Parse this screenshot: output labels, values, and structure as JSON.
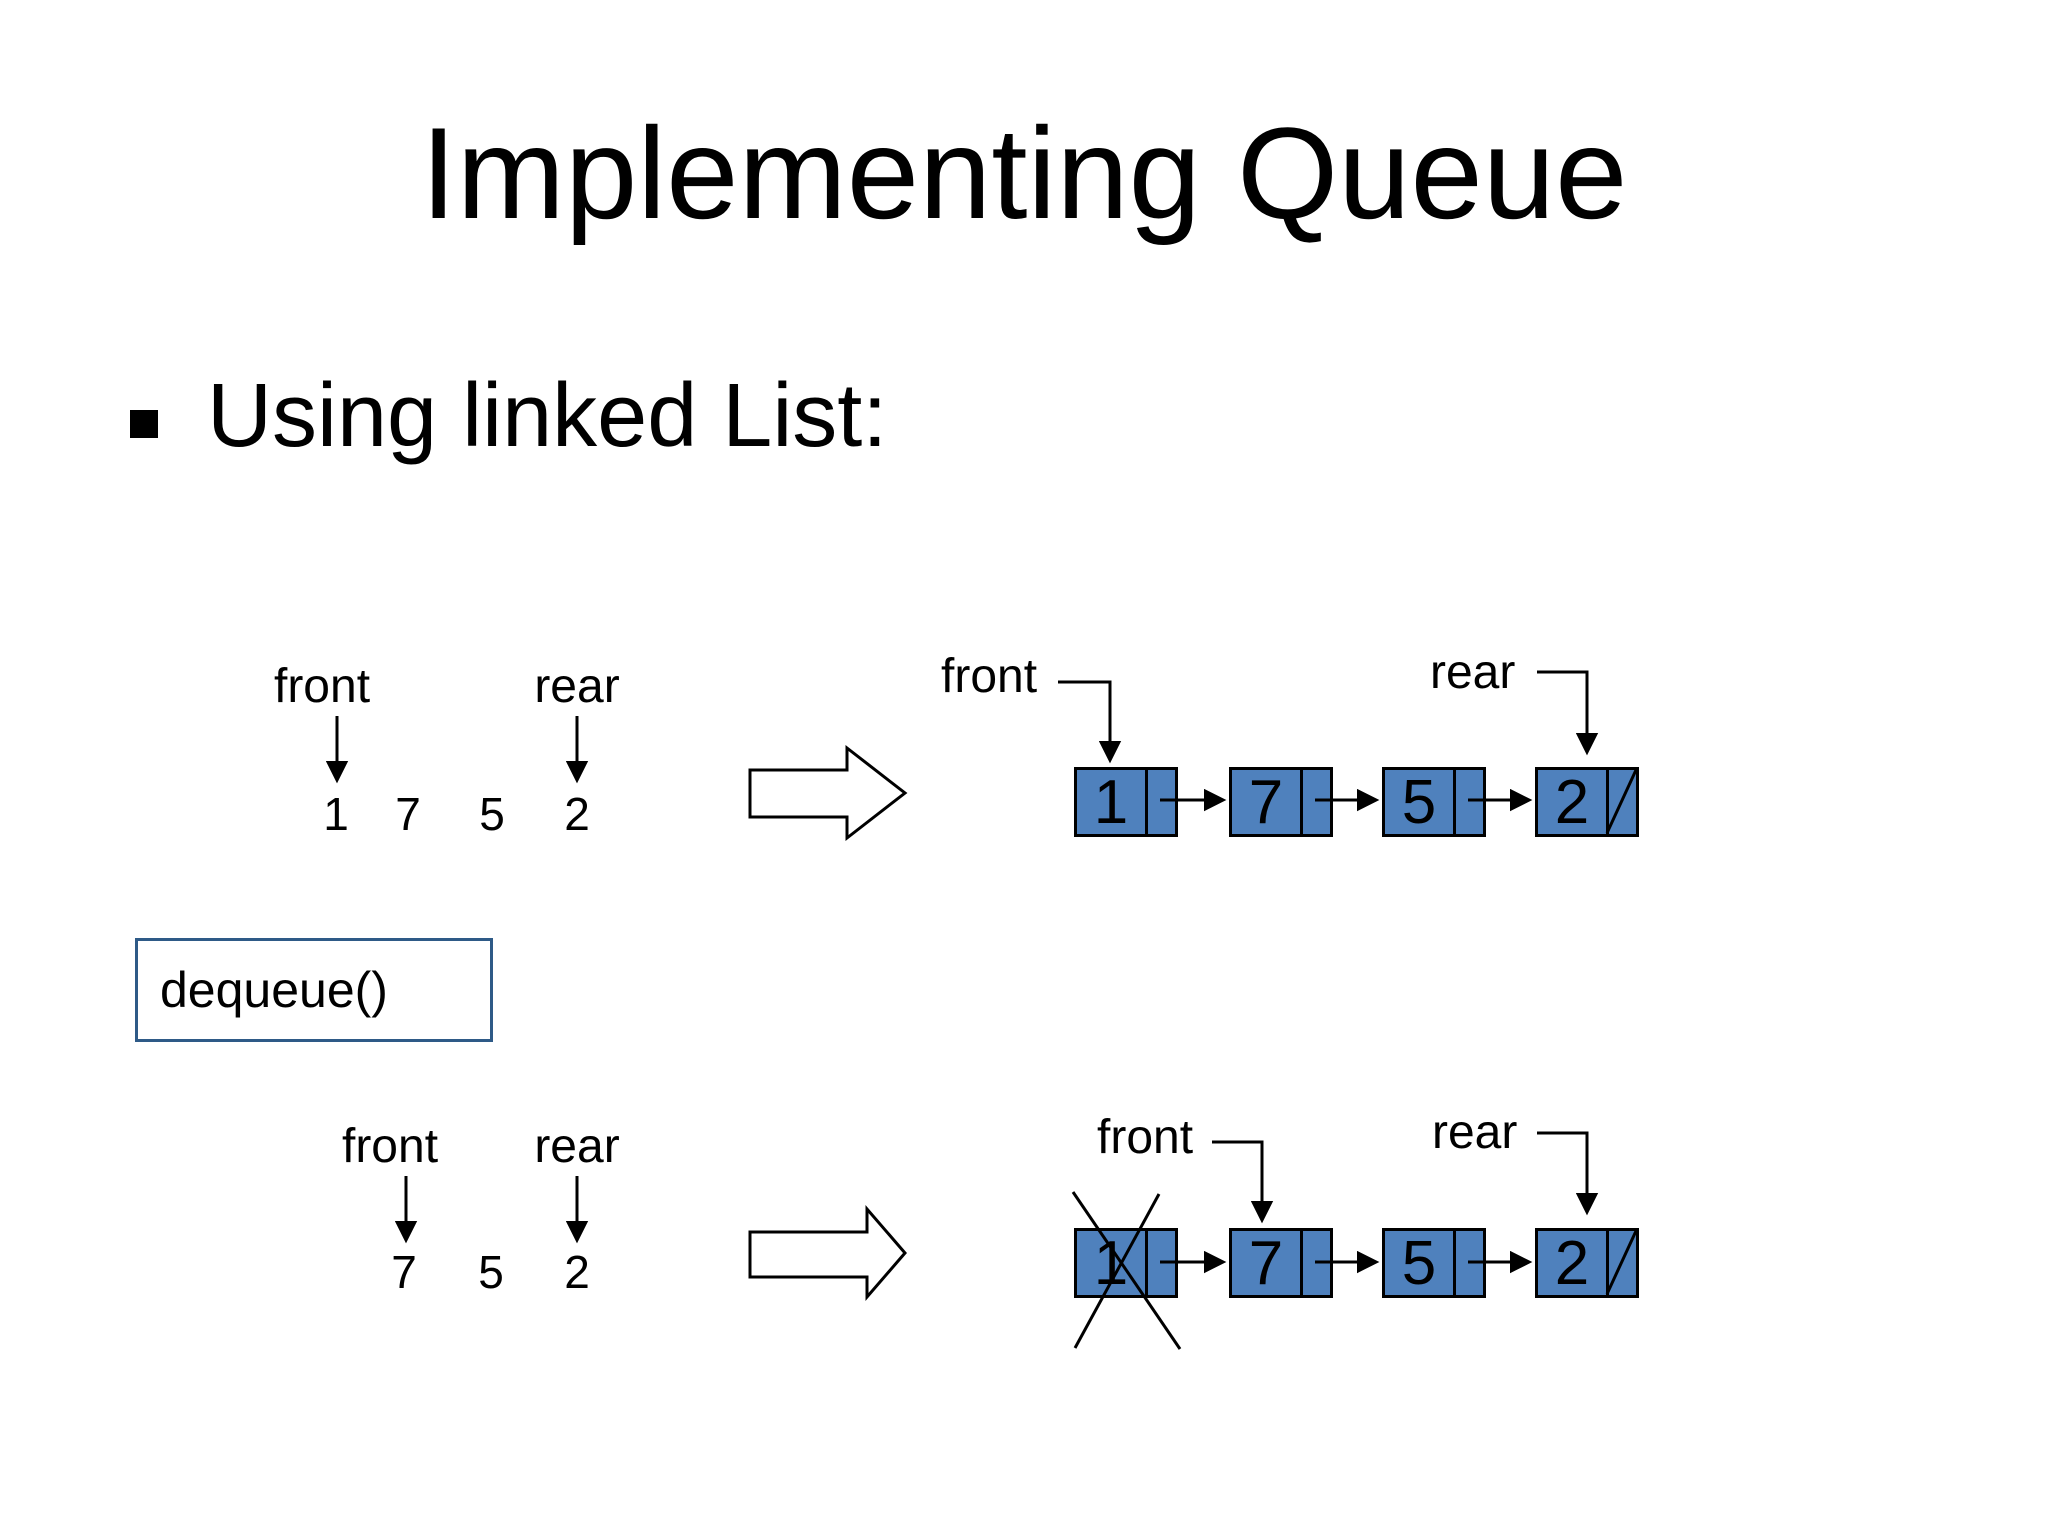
{
  "title": "Implementing Queue",
  "bullet_text": "Using linked List:",
  "operation_box": {
    "label": "dequeue()"
  },
  "queue_before": {
    "front": "front",
    "rear": "rear",
    "values": [
      "1",
      "7",
      "5",
      "2"
    ]
  },
  "queue_after": {
    "front": "front",
    "rear": "rear",
    "values": [
      "7",
      "5",
      "2"
    ]
  },
  "list_before": {
    "front": "front",
    "rear": "rear",
    "node_values": [
      "1",
      "7",
      "5",
      "2"
    ],
    "tail_null_marker": "diagonal-slash"
  },
  "list_after": {
    "front": "front",
    "rear": "rear",
    "node_values": [
      "1",
      "7",
      "5",
      "2"
    ],
    "removed_value": "1",
    "removed_marker": "x-cross",
    "tail_null_marker": "diagonal-slash"
  },
  "colors": {
    "background": "#FFFFFF",
    "text": "#000000",
    "node_fill": "#4F81BD",
    "node_border": "#000000",
    "operation_box_border": "#2E5A87"
  }
}
